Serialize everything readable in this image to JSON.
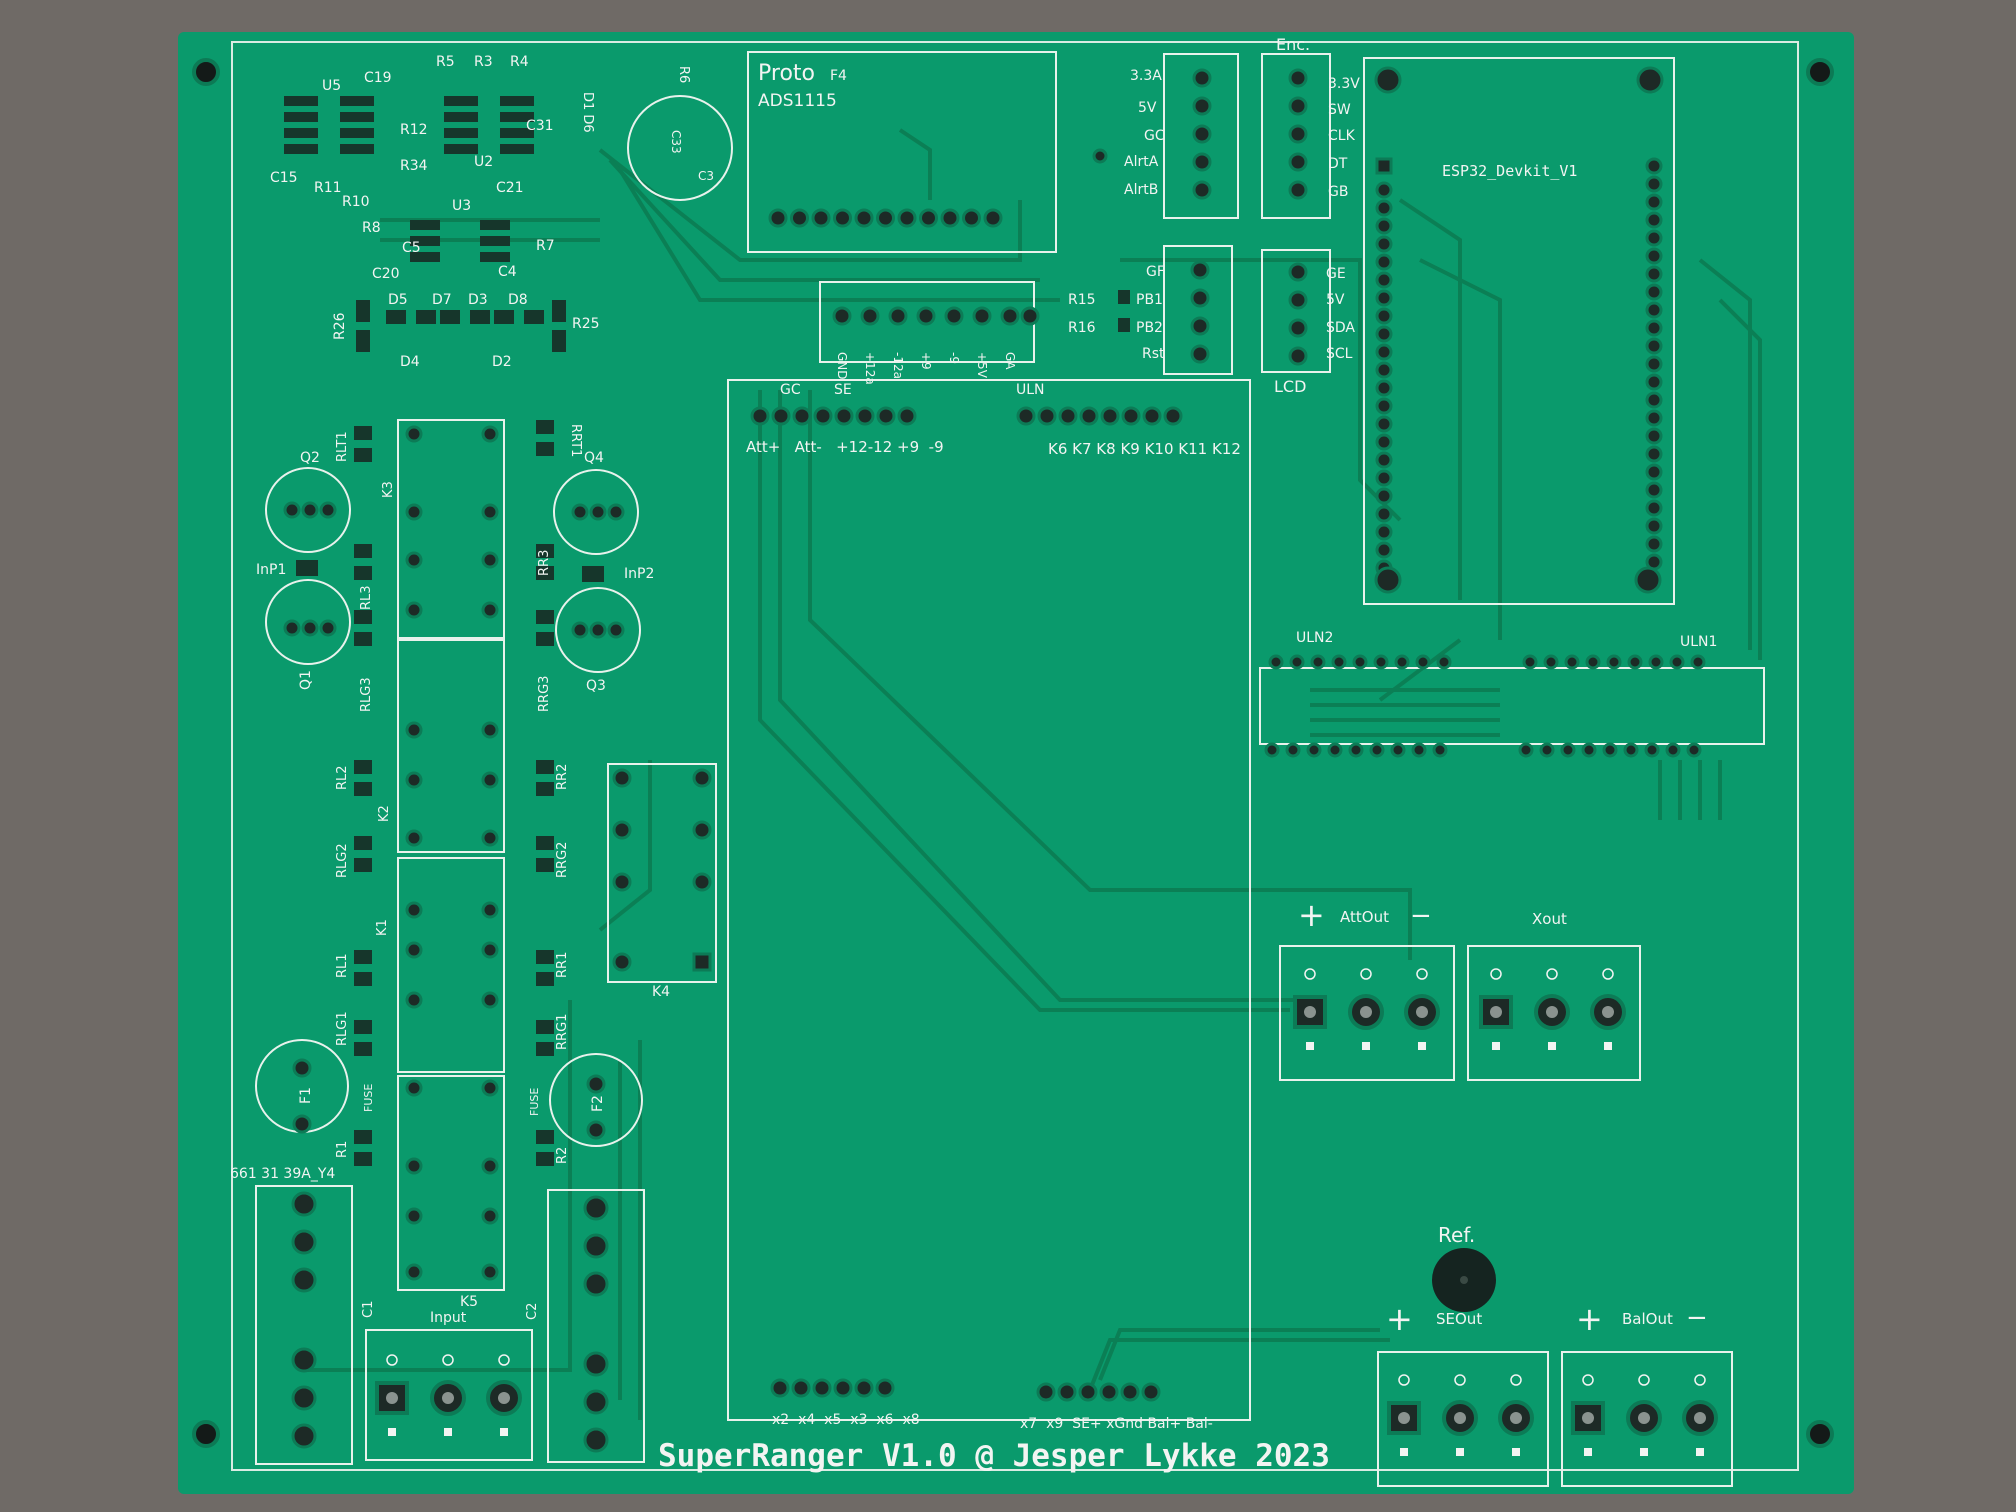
{
  "board": {
    "title": "SuperRanger V1.0 @ Jesper Lykke 2023",
    "colors": {
      "board": "#0a9a6c",
      "silk": "#f2f4f2",
      "copper": "#0b8a5d",
      "pad": "#1d2a26",
      "background": "#6f6a66"
    }
  },
  "labels": {
    "u5": "U5",
    "c19": "C19",
    "r5": "R5",
    "r3": "R3",
    "r4": "R4",
    "d1d6": "D1 D6",
    "r6": "R6",
    "r12": "R12",
    "c31": "C31",
    "r34": "R34",
    "u2": "U2",
    "c15": "C15",
    "r11": "R11",
    "r10": "R10",
    "c21": "C21",
    "u3": "U3",
    "r8": "R8",
    "c5": "C5",
    "r7": "R7",
    "c20": "C20",
    "c4": "C4",
    "r26": "R26",
    "d5": "D5",
    "d7": "D7",
    "d3": "D3",
    "d8": "D8",
    "r25": "R25",
    "d4": "D4",
    "d2": "D2",
    "c3": "C3",
    "c33": "C33",
    "proto": "Proto",
    "f4": "F4",
    "ads": "ADS1115",
    "v33a": "3.3A",
    "v5v": "5V",
    "gc_top": "GC",
    "alrta": "AlrtA",
    "alrtb": "AlrtB",
    "enc": "Enc.",
    "enc_33v": "3.3V",
    "enc_sw": "SW",
    "enc_clk": "CLK",
    "enc_dt": "DT",
    "enc_gb": "GB",
    "gf": "GF",
    "pb1": "PB1",
    "pb2": "PB2",
    "rst": "Rst",
    "r15": "R15",
    "r16": "R16",
    "lcd": "LCD",
    "lcd_ge": "GE",
    "lcd_5v": "5V",
    "lcd_sda": "SDA",
    "lcd_scl": "SCL",
    "esp": "ESP32_Devkit_V1",
    "hdr_gnd": "GND",
    "hdr_p12a": "+12a",
    "hdr_m12a": "-12a",
    "hdr_p9": "+9",
    "hdr_m9": "-9",
    "hdr_p5v": "+5V",
    "hdr_ga": "GA",
    "gc2": "GC",
    "se": "SE",
    "uln": "ULN",
    "row_left": "Att+   Att-   +12-12 +9  -9",
    "row_right": "K6 K7 K8 K9 K10 K11 K12",
    "uln2": "ULN2",
    "uln1": "ULN1",
    "q2": "Q2",
    "q4": "Q4",
    "q1": "Q1",
    "q3": "Q3",
    "inp1": "InP1",
    "inp2": "InP2",
    "rlt1": "RLT1",
    "rrt1": "RRT1",
    "k3": "K3",
    "rl3": "RL3",
    "rr3": "RR3",
    "rlg3": "RLG3",
    "rrg3": "RRG3",
    "rl2": "RL2",
    "rr2": "RR2",
    "k2": "K2",
    "rlg2": "RLG2",
    "rrg2": "RRG2",
    "k1": "K1",
    "rl1": "RL1",
    "rr1": "RR1",
    "rlg1": "RLG1",
    "rrg1": "RRG1",
    "k4": "K4",
    "f1": "F1",
    "f2": "F2",
    "fuse": "FUSE",
    "r1": "R1",
    "r2": "R2",
    "part": "661 31 39A_Y4",
    "k5": "K5",
    "input": "Input",
    "c1": "C1",
    "c2": "C2",
    "attout": "AttOut",
    "xout": "Xout",
    "ref": "Ref.",
    "seout": "SEOut",
    "balout": "BalOut",
    "plus": "+",
    "minus": "−",
    "bottom_left": "x2  x4  x5  x3  x6  x8",
    "bottom_right": "x7  x9  SE+ xGnd Bal+ Bal-"
  }
}
